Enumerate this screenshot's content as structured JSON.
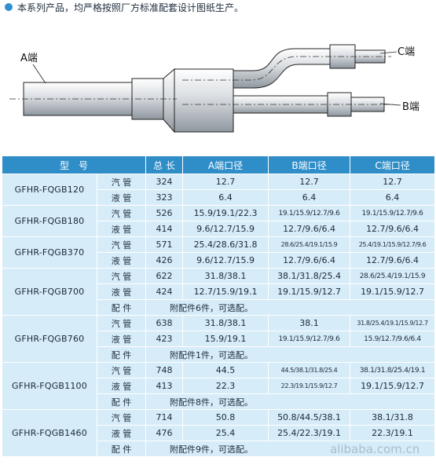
{
  "note": "本系列产品，均严格按照厂方标准配套设计图纸生产。",
  "diagram": {
    "a_end": "A端",
    "b_end": "B端",
    "c_end": "C端"
  },
  "table": {
    "headers": [
      "型　号",
      "总 长",
      "A端口径",
      "B端口径",
      "C端口径"
    ],
    "models": [
      {
        "model": "GFHR-FQGB120",
        "rows": [
          {
            "kind": "汽 管",
            "length": "324",
            "a": "12.7",
            "b": "12.7",
            "c": "12.7"
          },
          {
            "kind": "液 管",
            "length": "323",
            "a": "6.4",
            "b": "6.4",
            "c": "6.4"
          }
        ]
      },
      {
        "model": "GFHR-FQGB180",
        "rows": [
          {
            "kind": "汽 管",
            "length": "526",
            "a": "15.9/19.1/22.3",
            "b": "19.1/15.9/12.7/9.6",
            "c": "19.1/15.9/12.7/9.6"
          },
          {
            "kind": "液 管",
            "length": "414",
            "a": "9.6/12.7/15.9",
            "b": "12.7/9.6/6.4",
            "c": "12.7/9.6/6.4"
          }
        ]
      },
      {
        "model": "GFHR-FQGB370",
        "rows": [
          {
            "kind": "汽 管",
            "length": "571",
            "a": "25.4/28.6/31.8",
            "b": "28.6/25.4/19.1/15.9",
            "c": "25.4/19.1/15.9/12.7/9.6"
          },
          {
            "kind": "液 管",
            "length": "426",
            "a": "9.6/12.7/15.9",
            "b": "12.7/9.6/6.4",
            "c": "12.7/9.6/6.4"
          }
        ]
      },
      {
        "model": "GFHR-FQGB700",
        "rows": [
          {
            "kind": "汽 管",
            "length": "622",
            "a": "31.8/38.1",
            "b": "38.1/31.8/25.4",
            "c": "28.6/25.4/19.1/15.9"
          },
          {
            "kind": "液 管",
            "length": "424",
            "a": "12.7/15.9/19.1",
            "b": "19.1/15.9/12.7",
            "c": "19.1/15.9/12.7"
          }
        ],
        "fitting": {
          "kind": "配 件",
          "text": "附配件6件，可选配。"
        }
      },
      {
        "model": "GFHR-FQGB760",
        "rows": [
          {
            "kind": "汽 管",
            "length": "638",
            "a": "31.8/38.1",
            "b": "38.1",
            "c": "31.8/25.4/19.1/15.9/12.7"
          },
          {
            "kind": "液 管",
            "length": "423",
            "a": "15.9/19.1",
            "b": "19.1/15.9/12.7/9.6",
            "c": "15.9/12.7/9.6/6.4"
          }
        ],
        "fitting": {
          "kind": "配 件",
          "text": "附配件1件，可选配。"
        }
      },
      {
        "model": "GFHR-FQGB1100",
        "rows": [
          {
            "kind": "汽 管",
            "length": "748",
            "a": "44.5",
            "b": "44.5/38.1/31.8/25.4",
            "c": "38.1/31.8/25.4/19.1"
          },
          {
            "kind": "液 管",
            "length": "413",
            "a": "22.3",
            "b": "22.3/19.1/15.9/12.7",
            "c": "19.1/15.9/12.7"
          }
        ],
        "fitting": {
          "kind": "配 件",
          "text": "附配件8件，可选配。"
        }
      },
      {
        "model": "GFHR-FQGB1460",
        "rows": [
          {
            "kind": "汽 管",
            "length": "714",
            "a": "50.8",
            "b": "50.8/44.5/38.1",
            "c": "38.1/31.8"
          },
          {
            "kind": "液 管",
            "length": "476",
            "a": "25.4",
            "b": "25.4/22.3/19.1",
            "c": "22.3/19.1"
          }
        ],
        "fitting": {
          "kind": "配 件",
          "text": "附配件9件，可选配。"
        }
      }
    ]
  },
  "watermark": "alibaba.com.cn"
}
